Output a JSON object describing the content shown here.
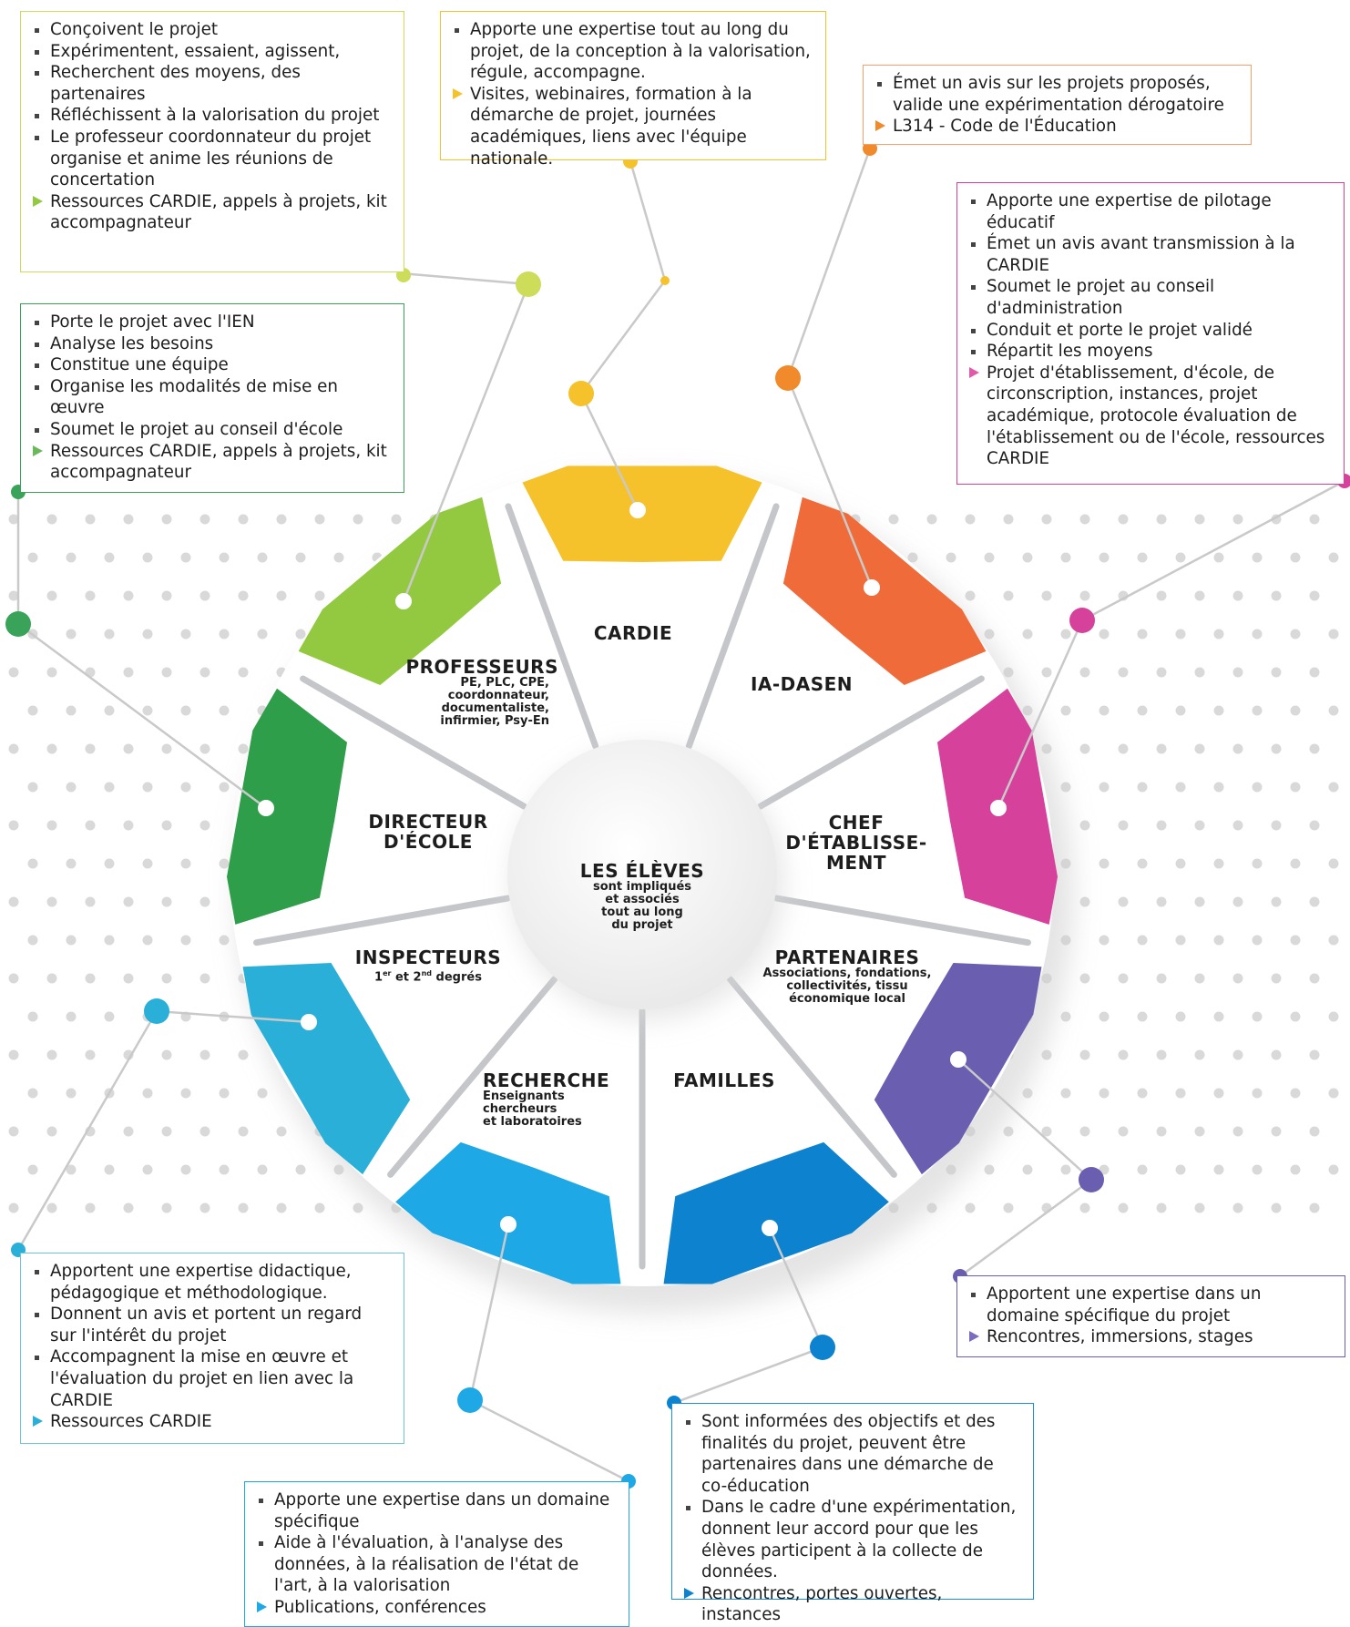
{
  "colors": {
    "cardie": "#f5c22b",
    "iadasen": "#f06b3a",
    "chef": "#d6419b",
    "partenaires": "#6a5eb0",
    "familles": "#0d83d0",
    "recherche": "#1ea9e6",
    "inspecteurs": "#2aafd8",
    "directeur": "#2f9e4a",
    "professeurs": "#93c940",
    "professeurs_box": "#cddd5a"
  },
  "center": {
    "title": "LES ÉLÈVES",
    "lines": [
      "sont impliqués",
      "et associés",
      "tout au long",
      "du projet"
    ]
  },
  "segments": {
    "cardie": {
      "title": "CARDIE"
    },
    "iadasen": {
      "title": "IA-DASEN"
    },
    "chef": {
      "title_lines": [
        "CHEF",
        "D'ÉTABLISSE-",
        "MENT"
      ]
    },
    "partenaires": {
      "title": "PARTENAIRES",
      "sub_lines": [
        "Associations, fondations,",
        "collectivités, tissu",
        "économique local"
      ]
    },
    "familles": {
      "title": "FAMILLES"
    },
    "recherche": {
      "title": "RECHERCHE",
      "sub_lines": [
        "Enseignants",
        "chercheurs",
        "et laboratoires"
      ]
    },
    "inspecteurs": {
      "title": "INSPECTEURS",
      "sub_1": "1",
      "sub_1_sup": "er",
      "sub_mid": " et 2",
      "sub_2_sup": "nd",
      "sub_end": " degrés"
    },
    "directeur": {
      "title_lines": [
        "DIRECTEUR",
        "D'ÉCOLE"
      ]
    },
    "professeurs": {
      "title": "PROFESSEURS",
      "sub_lines": [
        "PE, PLC, CPE,",
        "coordonnateur,",
        "documentaliste,",
        "infirmier, Psy-En"
      ]
    }
  },
  "boxes": {
    "professeurs": {
      "items": [
        "Conçoivent le projet",
        "Expérimentent, essaient, agissent,",
        "Recherchent des moyens, des partenaires",
        "Réfléchissent  à la valorisation du projet",
        "Le professeur coordonnateur  du projet organise et anime les réunions de concertation"
      ],
      "resources": "Ressources CARDIE, appels à projets, kit accompagnateur"
    },
    "cardie": {
      "items": [
        "Apporte une expertise tout au long du projet, de la conception à la valorisation, régule, accompagne."
      ],
      "resources": "Visites, webinaires, formation à la démarche de projet, journées académiques, liens avec l'équipe nationale."
    },
    "iadasen": {
      "items": [
        "Émet un avis sur les projets proposés, valide une expérimentation dérogatoire"
      ],
      "resources": "L314 - Code de l'Éducation"
    },
    "chef": {
      "items": [
        "Apporte une expertise de pilotage éducatif",
        "Émet un avis avant transmission à la CARDIE",
        "Soumet le projet au conseil d'administration",
        "Conduit et porte le projet validé",
        "Répartit les moyens"
      ],
      "resources": "Projet d'établissement, d'école, de circonscription, instances, projet académique, protocole évaluation de l'établissement ou de l'école, ressources CARDIE"
    },
    "directeur": {
      "items": [
        "Porte le projet avec l'IEN",
        "Analyse les besoins",
        "Constitue une équipe",
        "Organise les modalités de mise en œuvre",
        "Soumet le projet au conseil d'école"
      ],
      "resources": "Ressources CARDIE, appels à projets, kit accompagnateur"
    },
    "inspecteurs": {
      "items": [
        "Apportent une expertise didactique, pédagogique et méthodologique.",
        "Donnent un avis et portent un regard sur l'intérêt du projet",
        "Accompagnent la mise en œuvre et l'évaluation du projet en lien avec la CARDIE"
      ],
      "resources": "Ressources CARDIE"
    },
    "partenaires": {
      "items": [
        "Apportent une expertise dans un domaine spécifique du projet"
      ],
      "resources": "Rencontres, immersions, stages"
    },
    "familles": {
      "items": [
        "Sont informées des objectifs et des finalités du projet, peuvent être partenaires dans une démarche de co-éducation",
        "Dans le cadre d'une expérimentation, donnent leur accord pour que les élèves participent à la collecte de données."
      ],
      "resources": "Rencontres, portes ouvertes, instances"
    },
    "recherche": {
      "items": [
        "Apporte une expertise dans un domaine spécifique",
        "Aide à l'évaluation, à l'analyse des données, à la réalisation de l'état de l'art, à la valorisation"
      ],
      "resources": "Publications, conférences"
    }
  }
}
